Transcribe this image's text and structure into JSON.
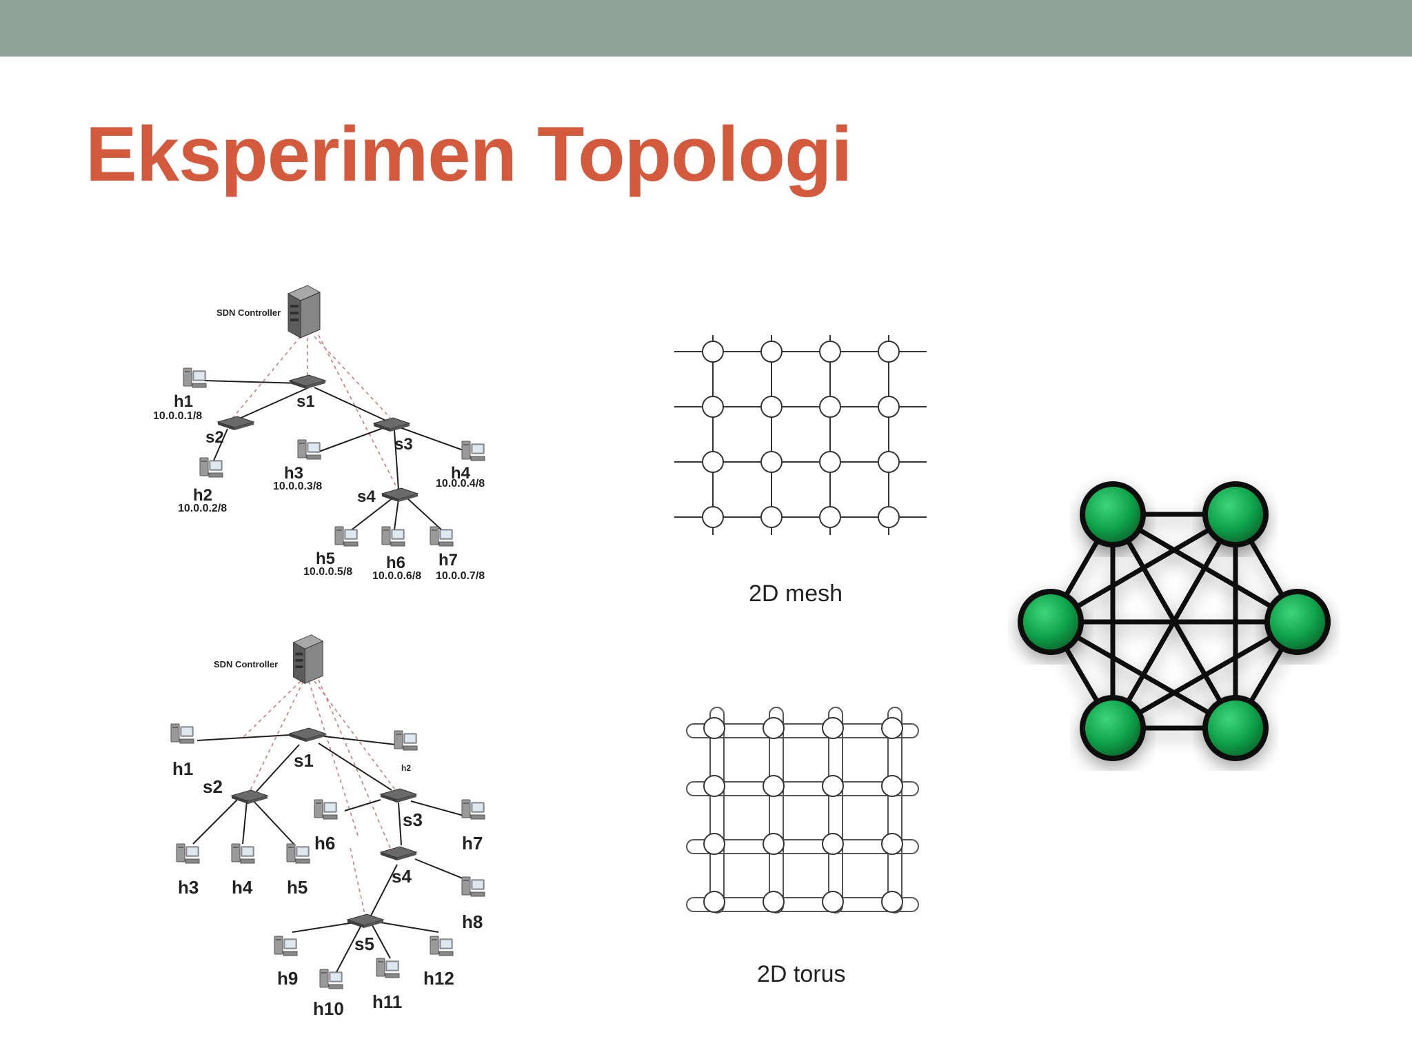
{
  "slide": {
    "title": "Eksperimen Topologi"
  },
  "tree_topology": {
    "controller_label": "SDN Controller",
    "switches": [
      "s1",
      "s2",
      "s3",
      "s4"
    ],
    "hosts": [
      {
        "name": "h1",
        "ip": "10.0.0.1/8"
      },
      {
        "name": "h2",
        "ip": "10.0.0.2/8"
      },
      {
        "name": "h3",
        "ip": "10.0.0.3/8"
      },
      {
        "name": "h4",
        "ip": "10.0.0.4/8"
      },
      {
        "name": "h5",
        "ip": "10.0.0.5/8"
      },
      {
        "name": "h6",
        "ip": "10.0.0.6/8"
      },
      {
        "name": "h7",
        "ip": "10.0.0.7/8"
      }
    ]
  },
  "large_tree_topology": {
    "controller_label": "SDN Controller",
    "switches": [
      "s1",
      "s2",
      "s3",
      "s4",
      "s5"
    ],
    "hosts": [
      "h1",
      "h2",
      "h3",
      "h4",
      "h5",
      "h6",
      "h7",
      "h8",
      "h9",
      "h10",
      "h11",
      "h12"
    ]
  },
  "mesh": {
    "caption": "2D mesh",
    "rows": 4,
    "cols": 4
  },
  "torus": {
    "caption": "2D torus",
    "rows": 4,
    "cols": 4
  },
  "full_mesh": {
    "nodes": 6,
    "node_color": "#0e9a45"
  }
}
